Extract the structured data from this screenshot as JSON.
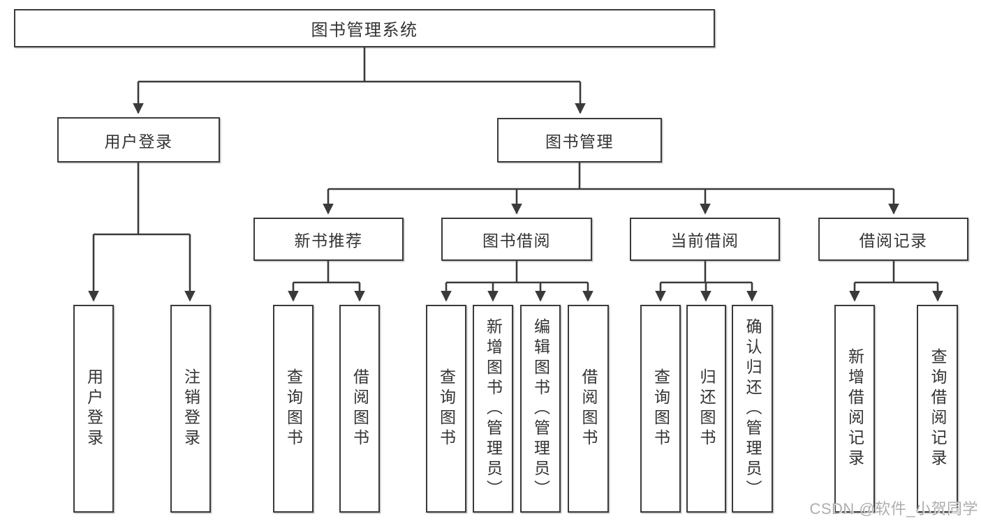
{
  "colors": {
    "line": "#3a3a3a",
    "box_border": "#3a3a3a",
    "text": "#333333",
    "watermark": "#aeaeae",
    "background": "#ffffff"
  },
  "nodes": {
    "root": "图书管理系统",
    "userLogin": "用户登录",
    "bookManagement": "图书管理",
    "newBookRecommend": "新书推荐",
    "bookBorrowing": "图书借阅",
    "currentBorrowing": "当前借阅",
    "borrowRecords": "借阅记录",
    "leafUserLogin": "用户登录",
    "leafLogout": "注销登录",
    "leafQueryBooks1": "查询图书",
    "leafBorrowBooks1": "借阅图书",
    "leafQueryBooks2": "查询图书",
    "leafAddBookAdmin": "新增图书（管理员）",
    "leafEditBookAdmin": "编辑图书（管理员）",
    "leafBorrowBooks2": "借阅图书",
    "leafQueryBooks3": "查询图书",
    "leafReturnBooks": "归还图书",
    "leafConfirmReturnAdmin": "确认归还（管理员）",
    "leafAddBorrowRecord": "新增借阅记录",
    "leafQueryBorrowRecord": "查询借阅记录"
  },
  "watermark": {
    "text": "CSDN @软件_小贺同学"
  }
}
